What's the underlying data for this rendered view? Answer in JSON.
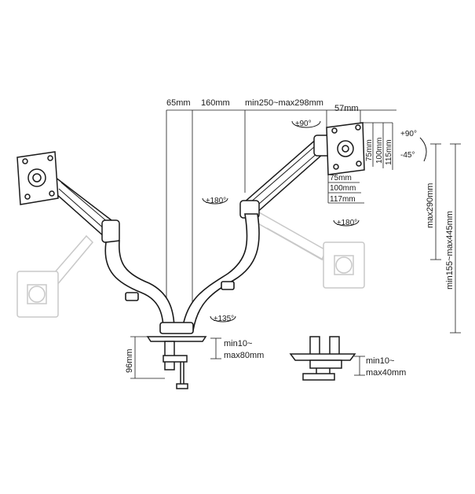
{
  "dimensions": {
    "arm_offset": "65mm",
    "pole_spacing": "160mm",
    "arm_reach": "min250~max298mm",
    "head_depth": "57mm",
    "vesa_75": "75mm",
    "vesa_100": "100mm",
    "vesa_117": "117mm",
    "vesa_v75": "75mm",
    "vesa_v100": "100mm",
    "vesa_v115": "115mm",
    "height_max": "max290mm",
    "height_range": "min155~max445mm",
    "clamp_height": "96mm",
    "clamp_range": "min10~max80mm",
    "clamp_range_l1": "min10~",
    "clamp_range_l2": "max80mm",
    "grommet_range_l1": "min10~",
    "grommet_range_l2": "max40mm"
  },
  "rotations": {
    "swivel_head": "±90°",
    "swivel_arm": "±180°",
    "swivel_arm_right": "±180°",
    "tilt_up": "+90°",
    "tilt_down": "-45°",
    "base_swivel": "±135°"
  },
  "colors": {
    "line": "#1a1a1a",
    "ghost": "#c8c8c8",
    "fill": "#ffffff"
  }
}
